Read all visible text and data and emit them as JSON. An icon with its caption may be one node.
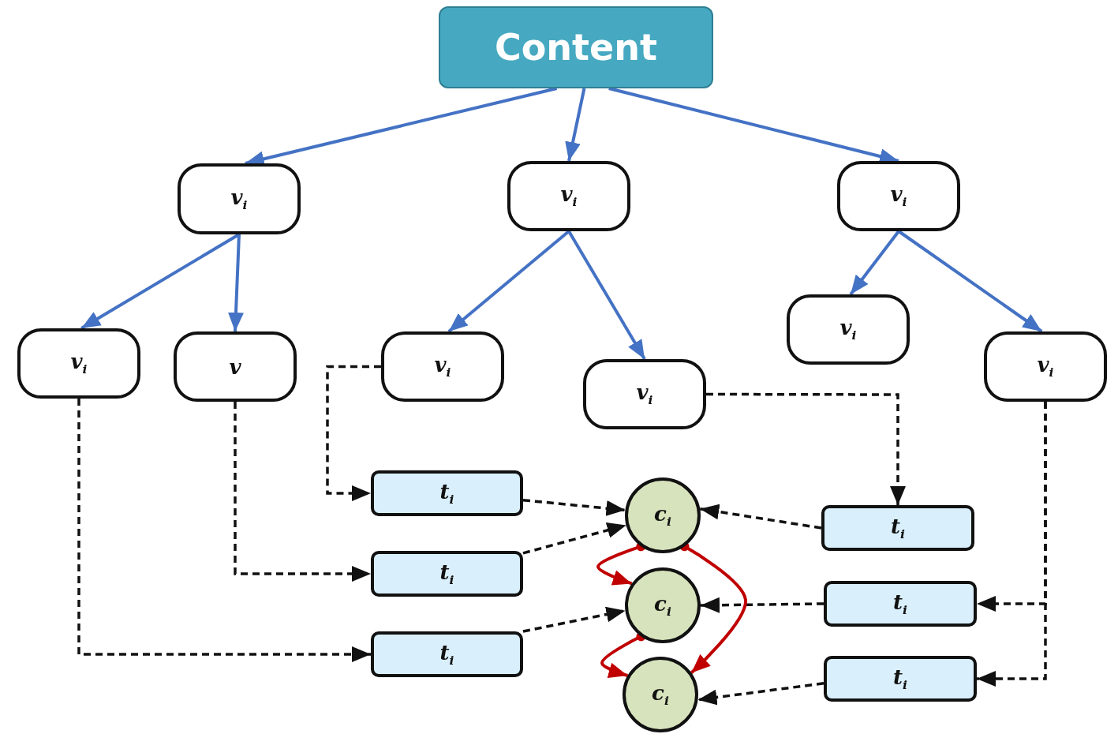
{
  "diagram": {
    "nodes": [
      {
        "text": [
          "Content"
        ]
      },
      {
        "text": [
          "v$_{i}$"
        ]
      },
      {
        "text": [
          "v$_{i}$"
        ]
      },
      {
        "text": [
          "v$_{i}$"
        ]
      },
      {
        "text": [
          "v$_{i}$"
        ]
      },
      {
        "text": [
          "v"
        ]
      },
      {
        "text": [
          "v$_{i}$"
        ]
      },
      {
        "text": [
          "v$_{i}$"
        ]
      },
      {
        "text": [
          "v$_{i}$"
        ]
      },
      {
        "text": [
          "v$_{i}$"
        ]
      },
      {
        "text": [
          "t$_{i}$"
        ]
      },
      {
        "text": [
          "t$_{i}$"
        ]
      },
      {
        "text": [
          "t$_{i}$"
        ]
      },
      {
        "text": [
          "c$_{i}$"
        ]
      },
      {
        "text": [
          "c$_{i}$"
        ]
      },
      {
        "text": [
          "c$_{i}$"
        ]
      },
      {
        "text": [
          "t$_{i}$"
        ]
      },
      {
        "text": [
          "t$_{i}$"
        ]
      },
      {
        "text": [
          "t$_{i}$"
        ]
      }
    ],
    "edges": [
      {
        "from": 0,
        "to": 1,
        "arrow": "to",
        "color": "#4472c4"
      },
      {
        "from": 0,
        "to": 2,
        "arrow": "to",
        "color": "#4472c4"
      },
      {
        "from": 0,
        "to": 3,
        "arrow": "to",
        "color": "#4472c4"
      },
      {
        "from": 1,
        "to": 4,
        "arrow": "to",
        "color": "#4472c4"
      },
      {
        "from": 1,
        "to": 5,
        "arrow": "to",
        "color": "#4472c4"
      },
      {
        "from": 2,
        "to": 6,
        "arrow": "to",
        "color": "#4472c4"
      },
      {
        "from": 2,
        "to": 7,
        "arrow": "to",
        "color": "#4472c4"
      },
      {
        "from": 3,
        "to": 8,
        "arrow": "to",
        "color": "#4472c4"
      },
      {
        "from": 3,
        "to": 9,
        "arrow": "to",
        "color": "#4472c4"
      },
      {
        "from": 6,
        "to": 10,
        "arrow": "to",
        "style": "dashed"
      },
      {
        "from": 5,
        "to": 11,
        "arrow": "to",
        "style": "dashed"
      },
      {
        "from": 4,
        "to": 12,
        "arrow": "to",
        "style": "dashed"
      },
      {
        "from": 10,
        "to": 13,
        "arrow": "to",
        "style": "dashed"
      },
      {
        "from": 11,
        "to": 13,
        "arrow": "to",
        "style": "dashed"
      },
      {
        "from": 12,
        "to": 14,
        "arrow": "to",
        "style": "dashed"
      },
      {
        "from": 7,
        "to": 16,
        "arrow": "to",
        "style": "dashed"
      },
      {
        "from": 16,
        "to": 13,
        "arrow": "to",
        "style": "dashed"
      },
      {
        "from": 17,
        "to": 14,
        "arrow": "to",
        "style": "dashed"
      },
      {
        "from": 18,
        "to": 15,
        "arrow": "to",
        "style": "dashed"
      },
      {
        "from": 9,
        "to": 17,
        "arrow": "to",
        "style": "dashed"
      },
      {
        "from": 9,
        "to": 18,
        "arrow": "to",
        "style": "dashed"
      },
      {
        "from": 13,
        "to": 14,
        "arrow": "to",
        "color": "#c00000"
      },
      {
        "from": 13,
        "to": 15,
        "arrow": "to",
        "color": "#c00000"
      },
      {
        "from": 14,
        "to": 15,
        "arrow": "to",
        "color": "#c00000"
      }
    ]
  }
}
